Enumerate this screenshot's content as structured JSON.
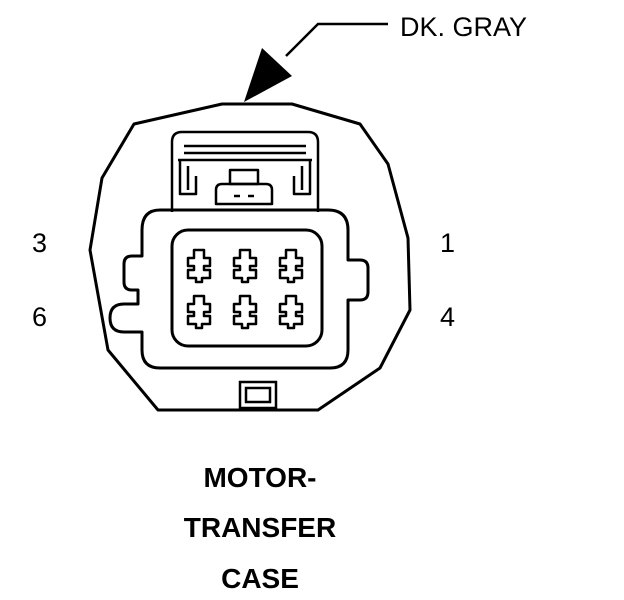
{
  "callout": {
    "color_label": "DK. GRAY"
  },
  "pins": {
    "top_left": "3",
    "bottom_left": "6",
    "top_right": "1",
    "bottom_right": "4"
  },
  "caption": {
    "line1": "MOTOR-",
    "line2": "TRANSFER",
    "line3": "CASE"
  },
  "colors": {
    "stroke": "#000000",
    "background": "#ffffff"
  }
}
